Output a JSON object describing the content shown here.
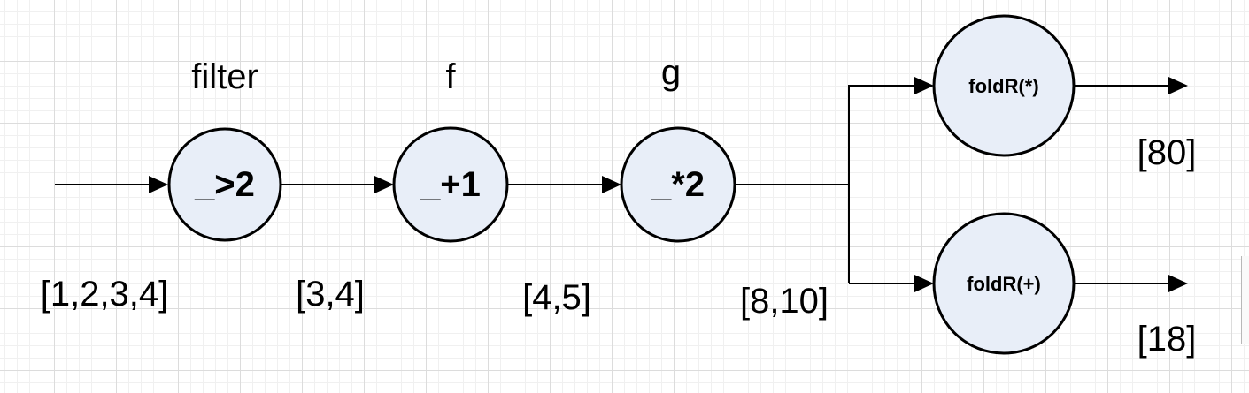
{
  "diagram": {
    "nodes": {
      "filter": {
        "label": "_>2",
        "caption": "filter"
      },
      "f": {
        "label": "_+1",
        "caption": "f"
      },
      "g": {
        "label": "_*2",
        "caption": "g"
      },
      "fold_mul": {
        "label": "foldR(*)"
      },
      "fold_add": {
        "label": "foldR(+)"
      }
    },
    "values": {
      "input": "[1,2,3,4]",
      "after_filter": "[3,4]",
      "after_f": "[4,5]",
      "after_g": "[8,10]",
      "result_mul": "[80]",
      "result_add": "[18]"
    },
    "colors": {
      "node_fill": "#e8eef8",
      "stroke": "#000000",
      "grid": "#dcdcdc"
    }
  }
}
